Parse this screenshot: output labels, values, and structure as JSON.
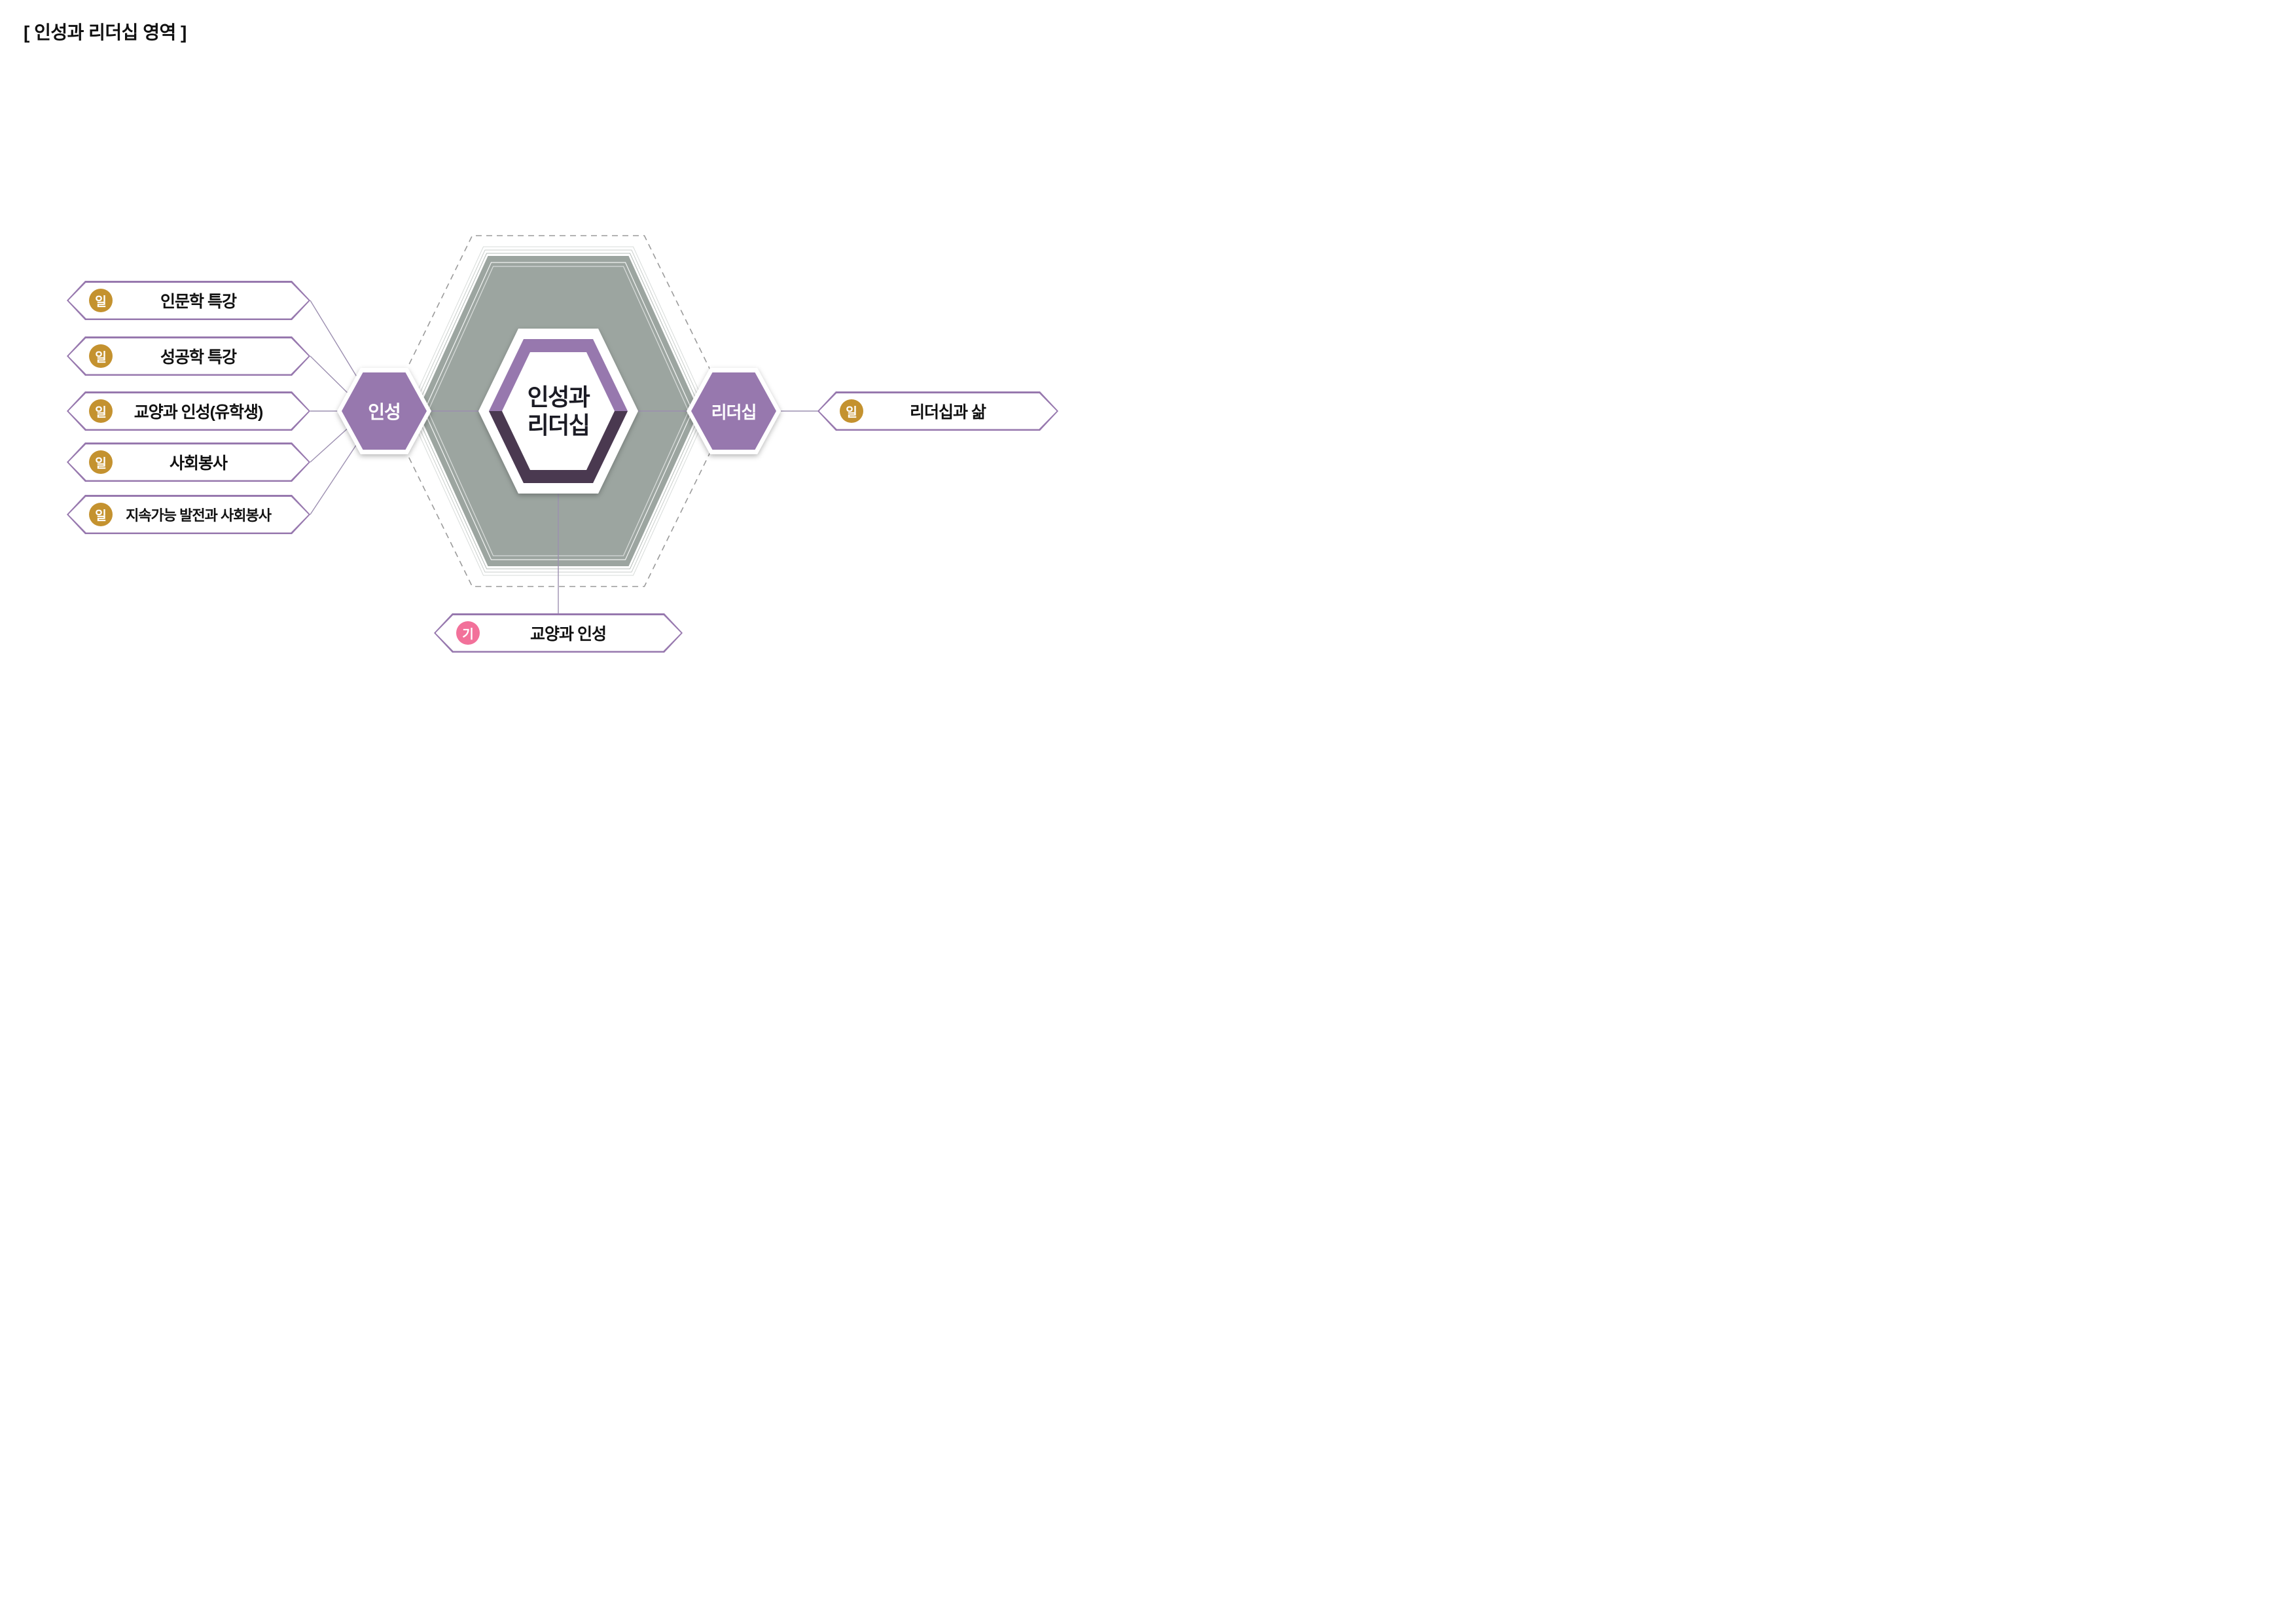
{
  "title": "[ 인성과 리더십 영역 ]",
  "center": {
    "line1": "인성과",
    "line2": "리더십"
  },
  "nodes": {
    "left": {
      "label": "인성"
    },
    "right": {
      "label": "리더십"
    }
  },
  "left_items": [
    {
      "badge": "일",
      "label": "인문학 특강"
    },
    {
      "badge": "일",
      "label": "성공학 특강"
    },
    {
      "badge": "일",
      "label": "교양과 인성(유학생)"
    },
    {
      "badge": "일",
      "label": "사회봉사"
    },
    {
      "badge": "일",
      "label": "지속가능 발전과 사회봉사"
    }
  ],
  "right_items": [
    {
      "badge": "일",
      "label": "리더십과 삶"
    }
  ],
  "bottom_items": [
    {
      "badge": "기",
      "label": "교양과 인성"
    }
  ],
  "colors": {
    "purple": "#9778AE",
    "dark_purple": "#4A3950",
    "hex_gray": "#9CA5A0",
    "badge_gold": "#C4922F",
    "badge_pink": "#F2719A",
    "connector": "#9C8FB0"
  }
}
